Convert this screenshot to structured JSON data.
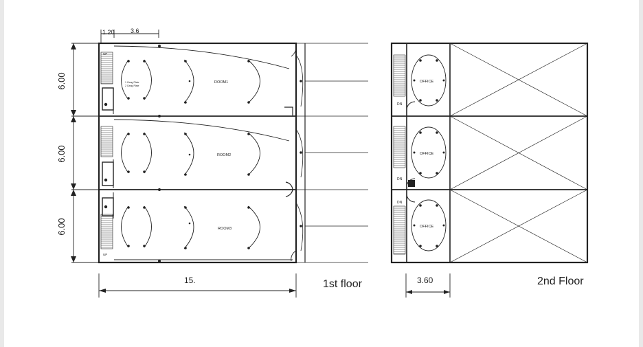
{
  "first_floor": {
    "caption": "1st floor",
    "dim_top_a": "1.20",
    "dim_top_b": "3.6",
    "dim_bottom": "15.",
    "bay_heights": [
      "6.00",
      "6.00",
      "6.00"
    ],
    "rooms": [
      "ROOM1",
      "ROOM2",
      "ROOM3"
    ],
    "stair_top_label": "UP",
    "stair_bottom_label": "UP",
    "switch_note_a": "1 Gang Plate",
    "switch_note_b": "2 Gang Plate"
  },
  "second_floor": {
    "caption": "2nd Floor",
    "dim_bottom": "3.60",
    "offices": [
      "OFFICE",
      "OFFICE",
      "OFFICE"
    ],
    "stair_labels": [
      "DN",
      "DN",
      "DN"
    ]
  }
}
